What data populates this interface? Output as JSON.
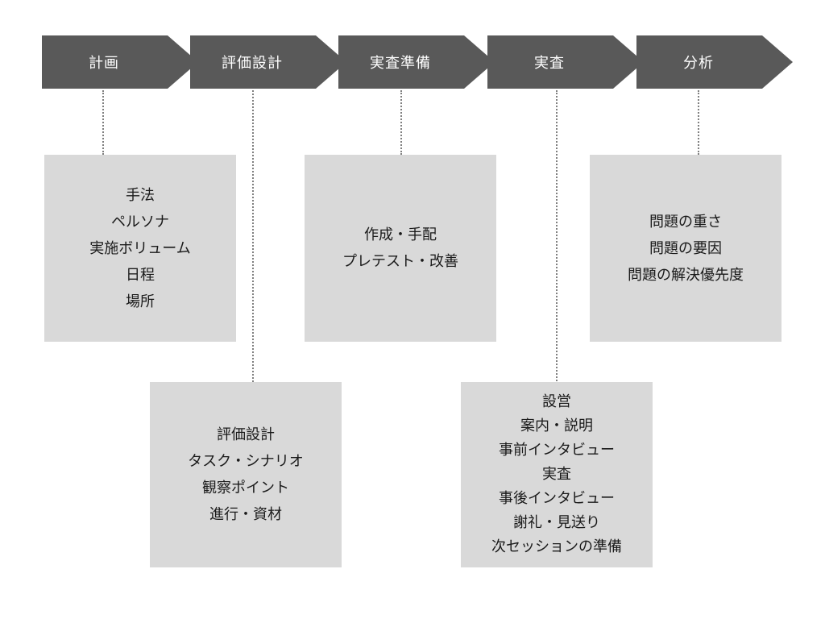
{
  "stages": [
    {
      "label": "計画"
    },
    {
      "label": "評価設計"
    },
    {
      "label": "実査準備"
    },
    {
      "label": "実査"
    },
    {
      "label": "分析"
    }
  ],
  "boxes": {
    "plan": [
      "手法",
      "ペルソナ",
      "実施ボリューム",
      "日程",
      "場所"
    ],
    "eval": [
      "評価設計",
      "タスク・シナリオ",
      "観察ポイント",
      "進行・資材"
    ],
    "prep": [
      "作成・手配",
      "プレテスト・改善"
    ],
    "exec": [
      "設営",
      "案内・説明",
      "事前インタビュー",
      "実査",
      "事後インタビュー",
      "謝礼・見送り",
      "次セッションの準備"
    ],
    "analysis": [
      "問題の重さ",
      "問題の要因",
      "問題の解決優先度"
    ]
  },
  "colors": {
    "stage_fill": "#595959",
    "stage_text": "#ffffff",
    "box_fill": "#d9d9d9",
    "connector": "#7f7f7f"
  }
}
